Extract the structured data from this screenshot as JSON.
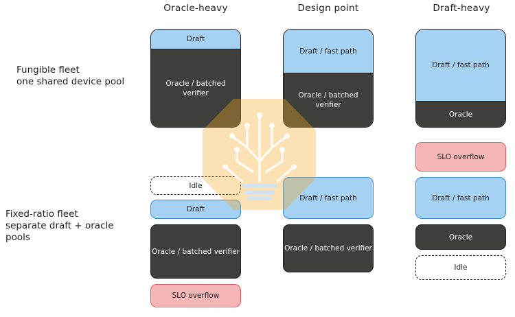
{
  "columns": [
    "Oracle-heavy",
    "Design point",
    "Draft-heavy"
  ],
  "rows": [
    "Fungible fleet\none shared device pool",
    "Fixed-ratio fleet\nseparate draft + oracle\npools"
  ],
  "fungible": {
    "oracle_heavy": {
      "draft": "Draft",
      "oracle": "Oracle / batched\nverifier"
    },
    "design_point": {
      "draft": "Draft / fast path",
      "oracle": "Oracle / batched\nverifier"
    },
    "draft_heavy": {
      "draft": "Draft / fast path",
      "oracle": "Oracle"
    }
  },
  "fixed": {
    "oracle_heavy": {
      "idle": "Idle",
      "draft": "Draft",
      "oracle": "Oracle / batched verifier",
      "overflow": "SLO overflow"
    },
    "design_point": {
      "draft": "Draft / fast path",
      "oracle": "Oracle / batched verifier"
    },
    "draft_heavy": {
      "overflow": "SLO overflow",
      "draft": "Draft / fast path",
      "oracle": "Oracle",
      "idle": "Idle"
    }
  },
  "colors": {
    "draft": "#a5d1f3",
    "oracle": "#3e3f3a",
    "overflow": "#f5b6b8",
    "idle": "#ffffff"
  },
  "watermark_icon": "lightbulb-circuit-icon"
}
